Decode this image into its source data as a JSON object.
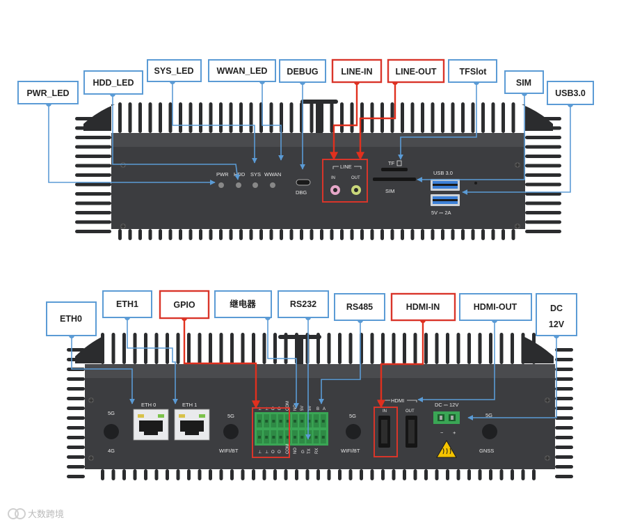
{
  "colors": {
    "chassis": "#3c3d40",
    "fin": "#2b2c2e",
    "callout_border_blue": "#5b9bd5",
    "callout_border_red": "#d9352a",
    "leader_blue": "#5b9bd5",
    "leader_red": "#e0301e",
    "port_text": "#e8e8e8",
    "terminal_green": "#3aa655",
    "audio_in": "#e6a7c9",
    "audio_out": "#c9d77a"
  },
  "top_panel": {
    "callouts": {
      "pwr_led": "PWR_LED",
      "hdd_led": "HDD_LED",
      "sys_led": "SYS_LED",
      "wwan_led": "WWAN_LED",
      "debug": "DEBUG",
      "line_in": "LINE-IN",
      "line_out": "LINE-OUT",
      "tfslot": "TFSlot",
      "sim": "SIM",
      "usb30": "USB3.0"
    },
    "labels": {
      "pwr": "PWR",
      "hdd": "HDD",
      "sys": "SYS",
      "wwan": "WWAN",
      "dbg": "DBG",
      "line": "LINE",
      "in": "IN",
      "out": "OUT",
      "tf": "TF",
      "sim": "SIM",
      "usb30": "USB 3.0",
      "usb_power": "5V ⎓ 2A"
    }
  },
  "bottom_panel": {
    "callouts": {
      "eth0": "ETH0",
      "eth1": "ETH1",
      "gpio": "GPIO",
      "relay": "继电器",
      "rs232": "RS232",
      "rs485": "RS485",
      "hdmi_in": "HDMI-IN",
      "hdmi_out": "HDMI-OUT",
      "dc": "DC",
      "v12": "12V"
    },
    "labels": {
      "ant_5g_left": "5G",
      "ant_4g": "4G",
      "eth0": "ETH 0",
      "eth1": "ETH 1",
      "ant_5g_wifi1": "5G",
      "wifibt1": "WIFI/BT",
      "com": "COM",
      "no": "NO",
      "v5": "5V",
      "a": "A",
      "b": "B",
      "g": "G",
      "tx": "TX",
      "rx": "RX",
      "gnd_sym": "⊥",
      "o_sym": "O",
      "ant_5g_wifi2": "5G",
      "wifibt2": "WIFI/BT",
      "hdmi": "HDMI",
      "in": "IN",
      "out": "OUT",
      "dc12v": "DC ⎓ 12V",
      "minus": "−",
      "plus": "+",
      "ant_5g_gnss": "5G",
      "gnss": "GNSS"
    }
  },
  "watermark": "大数跨境",
  "icons": [
    "fin-icon",
    "screw-icon",
    "led-icon",
    "usb-c-icon",
    "audio-jack-icon",
    "sd-slot-icon",
    "sim-slot-icon",
    "usb-a-icon",
    "antenna-icon",
    "rj45-icon",
    "terminal-block-icon",
    "hdmi-icon",
    "dc-jack-icon",
    "warning-hot-icon",
    "watermark-logo-icon"
  ]
}
